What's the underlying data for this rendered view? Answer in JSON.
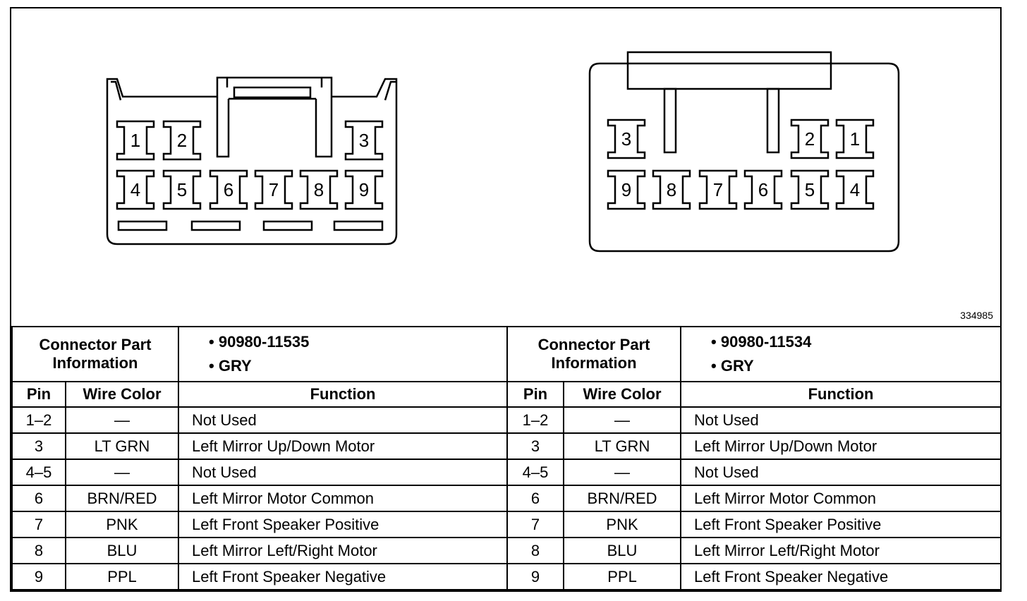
{
  "figure_number": "334985",
  "connectors": [
    {
      "part_label": "Connector Part Information",
      "part_number": "90980-11535",
      "color_code": "GRY",
      "columns": [
        "Pin",
        "Wire Color",
        "Function"
      ],
      "rows": [
        {
          "pin": "1–2",
          "wire": "—",
          "function": "Not Used"
        },
        {
          "pin": "3",
          "wire": "LT GRN",
          "function": "Left Mirror Up/Down Motor"
        },
        {
          "pin": "4–5",
          "wire": "—",
          "function": "Not Used"
        },
        {
          "pin": "6",
          "wire": "BRN/RED",
          "function": "Left Mirror Motor Common"
        },
        {
          "pin": "7",
          "wire": "PNK",
          "function": "Left Front Speaker Positive"
        },
        {
          "pin": "8",
          "wire": "BLU",
          "function": "Left Mirror Left/Right Motor"
        },
        {
          "pin": "9",
          "wire": "PPL",
          "function": "Left Front Speaker Negative"
        }
      ],
      "pin_labels": [
        "1",
        "2",
        "3",
        "4",
        "5",
        "6",
        "7",
        "8",
        "9"
      ]
    },
    {
      "part_label": "Connector Part Information",
      "part_number": "90980-11534",
      "color_code": "GRY",
      "columns": [
        "Pin",
        "Wire Color",
        "Function"
      ],
      "rows": [
        {
          "pin": "1–2",
          "wire": "—",
          "function": "Not Used"
        },
        {
          "pin": "3",
          "wire": "LT GRN",
          "function": "Left Mirror Up/Down Motor"
        },
        {
          "pin": "4–5",
          "wire": "—",
          "function": "Not Used"
        },
        {
          "pin": "6",
          "wire": "BRN/RED",
          "function": "Left Mirror Motor Common"
        },
        {
          "pin": "7",
          "wire": "PNK",
          "function": "Left Front Speaker Positive"
        },
        {
          "pin": "8",
          "wire": "BLU",
          "function": "Left Mirror Left/Right Motor"
        },
        {
          "pin": "9",
          "wire": "PPL",
          "function": "Left Front Speaker Negative"
        }
      ],
      "pin_labels": [
        "1",
        "2",
        "3",
        "4",
        "5",
        "6",
        "7",
        "8",
        "9"
      ]
    }
  ]
}
